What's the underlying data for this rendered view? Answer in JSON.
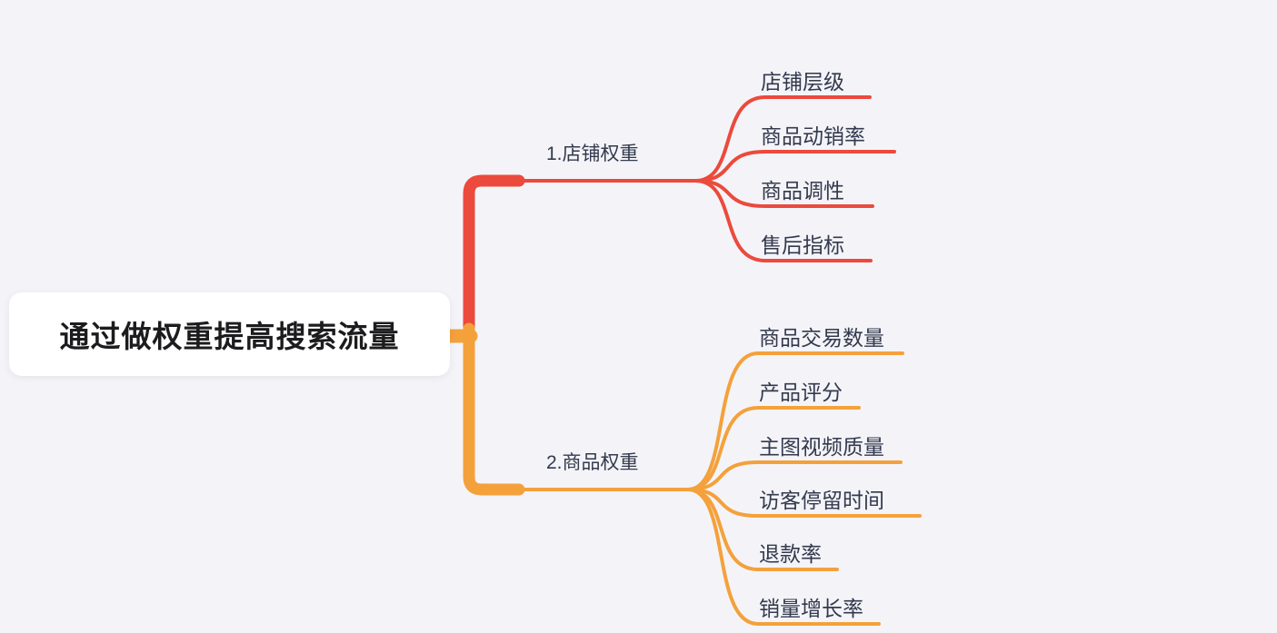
{
  "canvas": {
    "background": "#F4F4F8"
  },
  "root_node": {
    "label": "通过做权重提高搜索流量",
    "background": "#FFFFFF",
    "text_color": "#1C1C1E"
  },
  "branches": [
    {
      "label": "1.店铺权重",
      "color": "#EB4A3D",
      "children": [
        "店铺层级",
        "商品动销率",
        "商品调性",
        "售后指标"
      ]
    },
    {
      "label": "2.商品权重",
      "color": "#F4A13C",
      "children": [
        "商品交易数量",
        "产品评分",
        "主图视频质量",
        "访客停留时间",
        "退款率",
        "销量增长率"
      ]
    }
  ],
  "topic_text_color": "#333A4E"
}
